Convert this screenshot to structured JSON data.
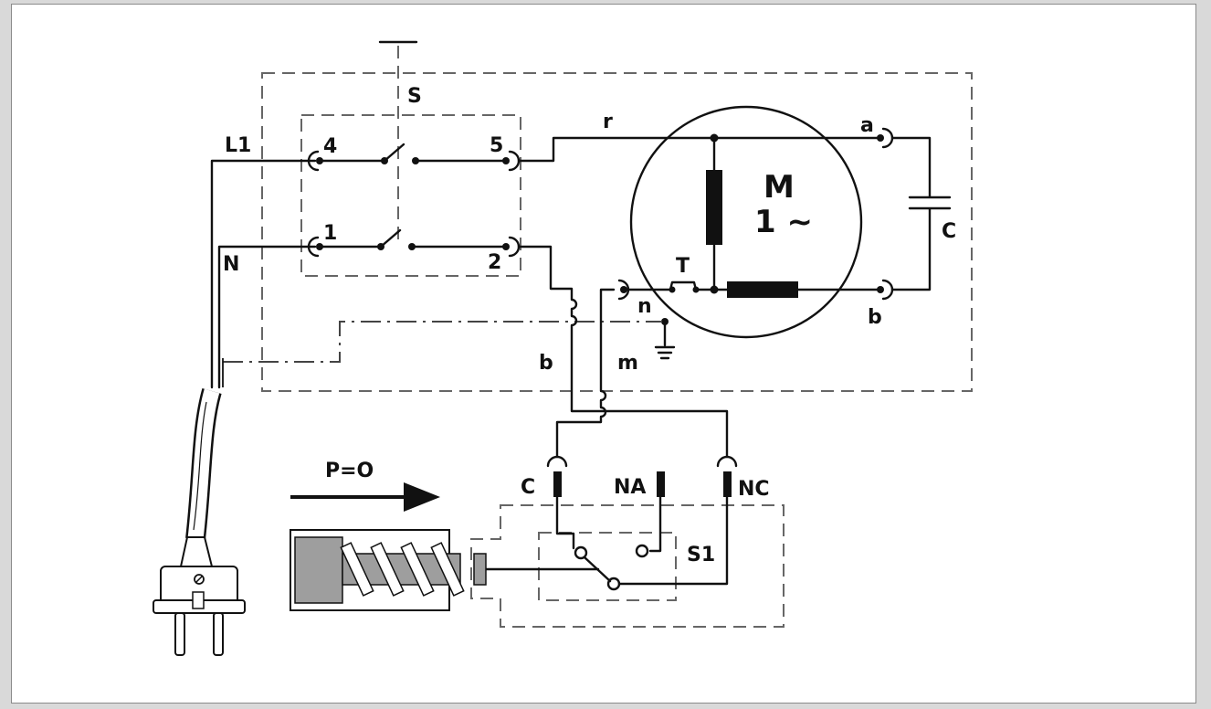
{
  "diagram": {
    "labels": {
      "switch_s": "S",
      "line_l1": "L1",
      "neutral": "N",
      "term_4": "4",
      "term_5": "5",
      "term_1": "1",
      "term_2": "2",
      "wire_r": "r",
      "motor_m": "M",
      "motor_phase": "1 ~",
      "term_a": "a",
      "capacitor": "C",
      "thermal_t": "T",
      "term_n": "n",
      "term_b_motor": "b",
      "wire_b": "b",
      "ground_m": "m",
      "pressure": "P=O",
      "contact_c": "C",
      "contact_na": "NA",
      "contact_nc": "NC",
      "switch_s1": "S1"
    },
    "colors": {
      "wire": "#111111",
      "dashed_border": "#666666",
      "actuator_fill": "#9e9e9e",
      "background": "#ffffff"
    }
  }
}
